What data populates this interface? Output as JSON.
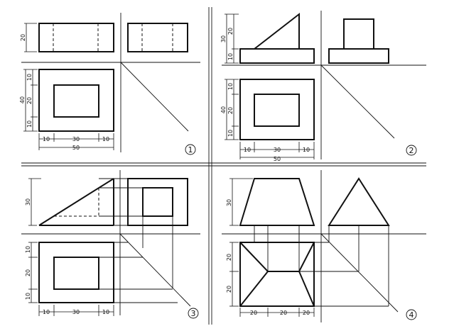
{
  "panels": [
    {
      "number": "1",
      "dims": {
        "front_height": "20",
        "top_height_total": "40",
        "top_height_a": "10",
        "top_height_b": "20",
        "top_height_c": "10",
        "width_a": "10",
        "width_b": "30",
        "width_c": "10",
        "width_total": "50"
      }
    },
    {
      "number": "2",
      "dims": {
        "front_total": "30",
        "front_upper": "20",
        "front_lower": "10",
        "top_height_total": "40",
        "top_height_a": "10",
        "top_height_b": "20",
        "top_height_c": "10",
        "width_a": "10",
        "width_b": "30",
        "width_c": "10",
        "width_total": "50"
      }
    },
    {
      "number": "3",
      "dims": {
        "front_height": "30",
        "top_height_a": "10",
        "top_height_b": "20",
        "top_height_c": "10",
        "width_a": "10",
        "width_b": "30",
        "width_c": "10"
      }
    },
    {
      "number": "4",
      "dims": {
        "front_height": "30",
        "top_height_a": "20",
        "top_height_b": "20",
        "width_a": "20",
        "width_b": "20",
        "width_c": "20"
      }
    }
  ]
}
